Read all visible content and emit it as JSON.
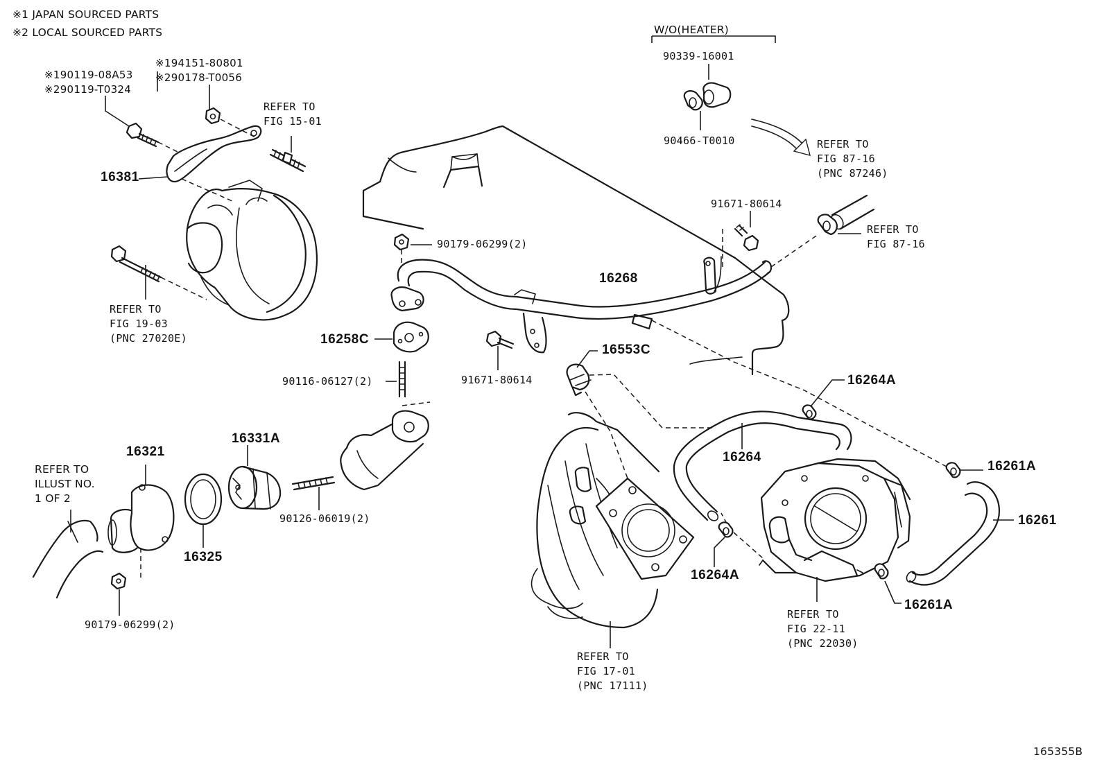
{
  "notes": {
    "japan": "※1 JAPAN SOURCED PARTS",
    "local": "※2 LOCAL SOURCED PARTS"
  },
  "labels": {
    "p16381": "16381",
    "p90119": "※190119-08A53\n※290119-T0324",
    "p94151": "※194151-80801\n※290178-T0056",
    "refer1501": "REFER TO\nFIG 15-01",
    "refer1903": "REFER TO\nFIG 19-03\n(PNC 27020E)",
    "p16258C": "16258C",
    "p90179top": "90179-06299(2)",
    "p90116": "90116-06127(2)",
    "p91671lower": "91671-80614",
    "p16268": "16268",
    "p16553C": "16553C",
    "p91671upper": "91671-80614",
    "woheater": "W/O(HEATER)",
    "p90339": "90339-16001",
    "p90466": "90466-T0010",
    "refer8716a": "REFER TO\nFIG 87-16\n(PNC 87246)",
    "refer8716b": "REFER TO\nFIG 87-16",
    "p16264Atop": "16264A",
    "p16264": "16264",
    "p16261Atop": "16261A",
    "p16261": "16261",
    "p16264Abot": "16264A",
    "p16261Abot": "16261A",
    "refer2211": "REFER TO\nFIG 22-11\n(PNC 22030)",
    "refer1701": "REFER TO\nFIG 17-01\n(PNC 17111)",
    "referIllust": "REFER TO\nILLUST NO.\n1 OF 2",
    "p16321": "16321",
    "p16325": "16325",
    "p16331A": "16331A",
    "p90126": "90126-06019(2)",
    "p90179bot": "90179-06299(2)",
    "code": "165355B"
  },
  "icons": [
    "bolt-icon",
    "nut-icon",
    "stud-icon",
    "clamp-icon",
    "arrow-icon"
  ]
}
